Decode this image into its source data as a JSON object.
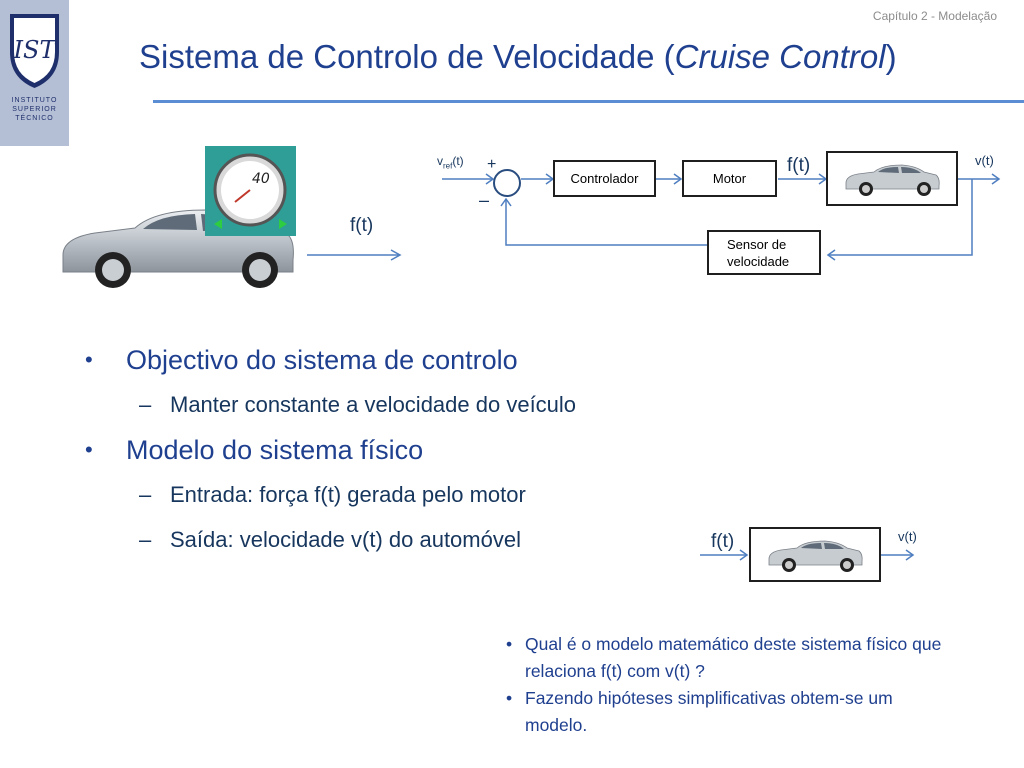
{
  "header": {
    "chapter": "Capítulo 2 - Modelação",
    "title_main": "Sistema de Controlo de Velocidade (",
    "title_italic": "Cruise Control",
    "title_end": ")"
  },
  "logo": {
    "text": "INSTITUTO\nSUPERIOR\nTÉCNICO"
  },
  "speedometer": {
    "reading": "40"
  },
  "car_input_label": "f(t)",
  "diagram": {
    "ref_label": "v",
    "ref_sub": "ref",
    "ref_arg": "(t)",
    "plus": "+",
    "minus": "–",
    "controller": "Controlador",
    "motor": "Motor",
    "force": "f(t)",
    "output": "v(t)",
    "sensor": "Sensor de velocidade"
  },
  "bullets": [
    {
      "level": 1,
      "text": "Objectivo do sistema de controlo"
    },
    {
      "level": 2,
      "text": "Manter constante a velocidade do veículo"
    },
    {
      "level": 1,
      "text": "Modelo do sistema físico"
    },
    {
      "level": 2,
      "text": "Entrada: força f(t) gerada pelo motor"
    },
    {
      "level": 2,
      "text": "Saída: velocidade v(t) do automóvel"
    }
  ],
  "small_model": {
    "input": "f(t)",
    "output": "v(t)"
  },
  "notes": [
    "Qual é o modelo matemático deste sistema físico que relaciona f(t) com v(t) ?",
    "Fazendo hipóteses simplificativas obtem-se um modelo."
  ]
}
